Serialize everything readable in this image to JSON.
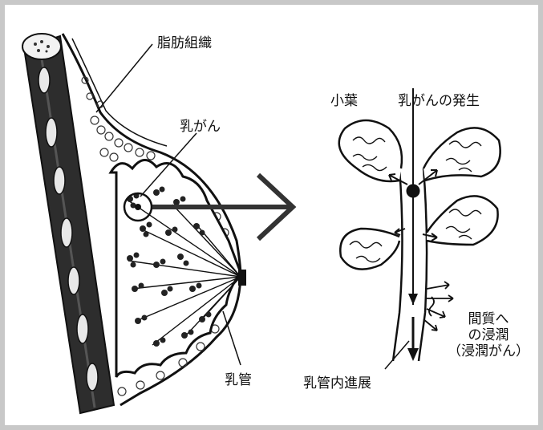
{
  "colors": {
    "ink": "#111111",
    "muscle": "#3a3a3a",
    "muscle_dark": "#1c1c1c",
    "frame_border": "#c8c8c8",
    "paper": "#ffffff"
  },
  "labels": {
    "fat_tissue": "脂肪組織",
    "breast_cancer": "乳がん",
    "lactiferous_duct": "乳管",
    "lobule": "小葉",
    "cancer_origin": "乳がんの発生",
    "invasion_line1": "間質へ",
    "invasion_line2": "の浸潤",
    "invasion_line3": "（浸潤がん）",
    "intraductal_spread": "乳管内進展"
  }
}
